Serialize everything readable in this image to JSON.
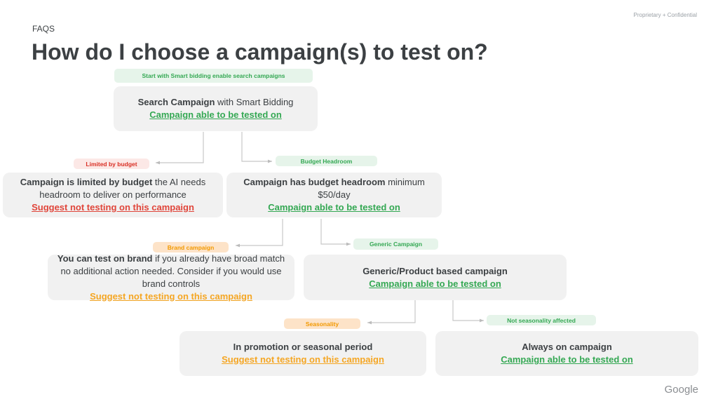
{
  "header": {
    "confidential": "Proprietary + Confidential",
    "section": "FAQS",
    "title": "How do I choose a campaign(s) to test on?",
    "logo": "Google"
  },
  "tags": {
    "start": "Start with Smart bidding enable search campaigns",
    "limited": "Limited by budget",
    "headroom": "Budget Headroom",
    "brand": "Brand campaign",
    "generic": "Generic Campaign",
    "seasonality": "Seasonality",
    "not_seasonal": "Not seasonality affected"
  },
  "nodes": {
    "search": {
      "bold": "Search Campaign",
      "text": " with Smart Bidding",
      "result": "Campaign able to be tested on"
    },
    "limited": {
      "bold": "Campaign is limited by budget",
      "text": "  the AI needs headroom to deliver on performance",
      "result": "Suggest not testing on this campaign"
    },
    "headroom": {
      "bold": "Campaign has budget headroom",
      "text": " minimum $50/day",
      "result": "Campaign able to be tested on"
    },
    "brand": {
      "bold": "You can test on brand",
      "text": " if you already have broad match no additional action needed. Consider if you would use brand controls",
      "result": "Suggest not testing on this campaign"
    },
    "generic": {
      "bold": "Generic/Product based campaign",
      "result": "Campaign able to be tested on"
    },
    "promo": {
      "bold": "In promotion or seasonal period",
      "result": "Suggest not testing on this campaign"
    },
    "always": {
      "bold": "Always on campaign",
      "result": "Campaign able to be tested on"
    }
  },
  "colors": {
    "green": "#34a853",
    "red": "#d93025",
    "orange": "#f29900"
  }
}
